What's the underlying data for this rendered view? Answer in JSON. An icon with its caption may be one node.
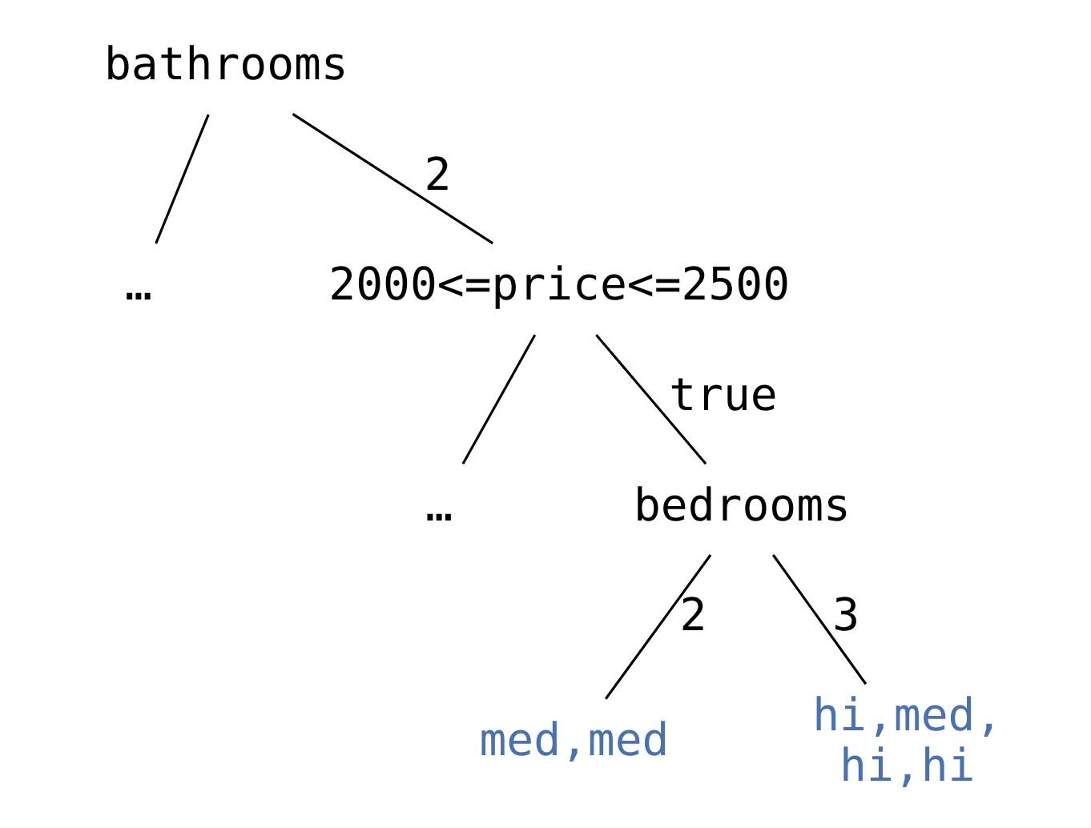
{
  "diagram": {
    "nodes": [
      {
        "text": [
          "bathrooms"
        ]
      },
      {
        "text": [
          "…"
        ]
      },
      {
        "text": [
          "2000<=price<=2500"
        ]
      },
      {
        "text": [
          "…"
        ]
      },
      {
        "text": [
          "bedrooms"
        ]
      },
      {
        "text": [
          "med,med"
        ]
      },
      {
        "text": [
          "hi,med, hi,hi"
        ]
      }
    ],
    "edges": [
      {
        "from": 0,
        "to": 1,
        "arrow": "none"
      },
      {
        "from": 0,
        "to": 2,
        "arrow": "none",
        "label": "2"
      },
      {
        "from": 2,
        "to": 3,
        "arrow": "none"
      },
      {
        "from": 2,
        "to": 4,
        "arrow": "none",
        "label": "true"
      },
      {
        "from": 4,
        "to": 5,
        "arrow": "none",
        "label": "2"
      },
      {
        "from": 4,
        "to": 6,
        "arrow": "none",
        "label": "3"
      }
    ]
  }
}
